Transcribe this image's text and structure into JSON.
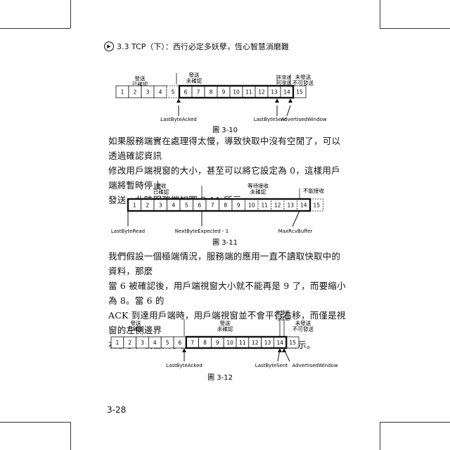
{
  "header": {
    "icon": "play-circle-icon",
    "text": "3.3 TCP（下）：西行必定多妖孽，恆心智慧消磨難"
  },
  "figures": [
    {
      "cells": [
        "1",
        "2",
        "3",
        "4",
        "5",
        "6",
        "7",
        "8",
        "9",
        "10",
        "11",
        "12",
        "13",
        "14",
        "15"
      ],
      "groups": [
        "發送\n已確認",
        "發送\n未確認",
        "未發送\n可發送",
        "未發送\n不可發送"
      ],
      "pointers": [
        "LastByteAcked",
        "LastByteSent",
        "AdvertisedWindow"
      ],
      "caption": "圖 3-10"
    },
    {
      "cells": [
        "1",
        "2",
        "3",
        "4",
        "5",
        "6",
        "7",
        "8",
        "9",
        "10",
        "11",
        "12",
        "13",
        "14",
        "15"
      ],
      "groups": [
        "接收\n已確認",
        "等待接收\n未確認",
        "不能接收"
      ],
      "pointers": [
        "LastByteRead",
        "NextByteExpected - 1",
        "MaxRcvBuffer"
      ],
      "caption": "圖 3-11"
    },
    {
      "cells": [
        "1",
        "2",
        "3",
        "4",
        "5",
        "6",
        "7",
        "8",
        "9",
        "10",
        "11",
        "12",
        "13",
        "14",
        "15"
      ],
      "groups": [
        "發送\n已確認",
        "發送\n未確認",
        "未發送\n可發送",
        "未發送\n不可發送"
      ],
      "pointers": [
        "LastByteAcked",
        "LastByteSent",
        "AdvertisedWindow"
      ],
      "caption": "圖 3-12"
    }
  ],
  "paragraph1": [
    "如果服務端實在處理得太慢，導致快取中沒有空閒了，可以透過確認資訊",
    "修改用戶端視窗的大小，甚至可以將它設定為 0，這樣用戶端將暫時停止",
    "發送，此時服務端如圖 3-11 所示。"
  ],
  "paragraph2": [
    "我們假設一個極端情況，服務端的應用一直不讀取快取中的資料，那麼",
    "當 6 被確認後，用戶端視窗大小就不能再是 9 了，而要縮小為 8。當 6 的",
    "ACK 到達用戶端時，用戶端視窗並不會平行右移，而僅是視窗的左側邊界",
    "右移了，視窗大小從 9 變成了 8，如圖 3-12 所示。"
  ],
  "page_number": "3-28"
}
